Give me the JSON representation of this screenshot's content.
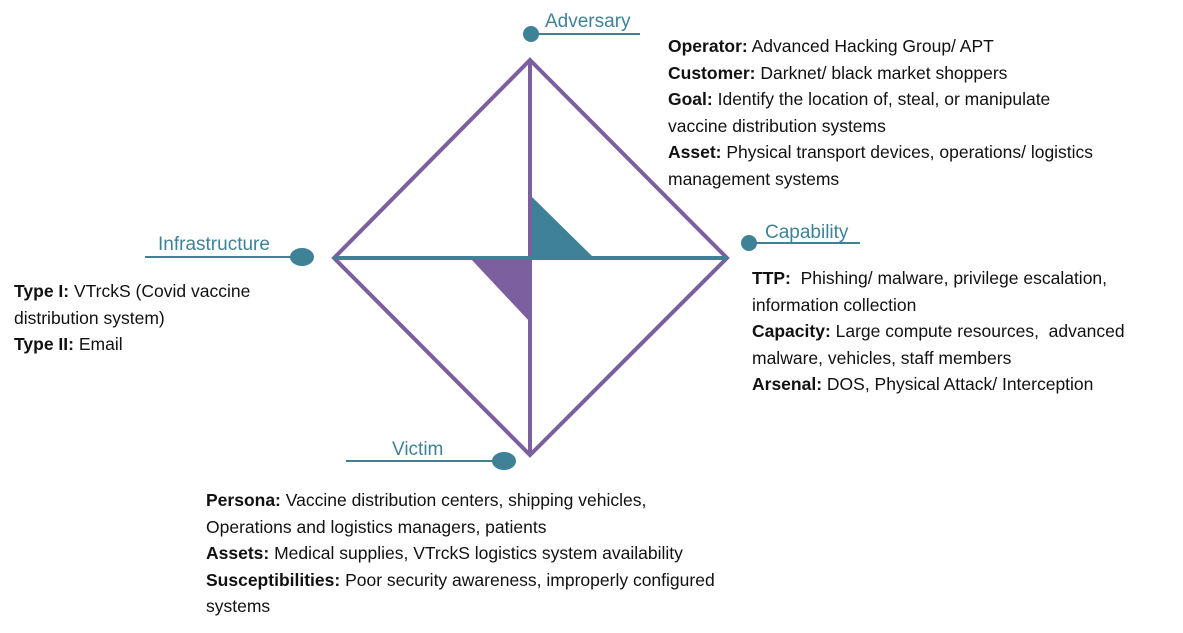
{
  "colors": {
    "diamond": "#7b5f9f",
    "axis": "#3f8298",
    "teal_fill": "#3f8298",
    "purple_fill": "#7b5f9f",
    "label": "#3f8298",
    "text": "#111111"
  },
  "vertices": {
    "adversary": "Adversary",
    "capability": "Capability",
    "infrastructure": "Infrastructure",
    "victim": "Victim"
  },
  "adversary_details": [
    {
      "key": "Operator:",
      "text": " Advanced Hacking Group/ APT"
    },
    {
      "key": "Customer:",
      "text": " Darknet/ black market shoppers"
    },
    {
      "key": "Goal:",
      "text": " Identify the location of, steal, or manipulate",
      "cont": "vaccine distribution systems"
    },
    {
      "key": "Asset:",
      "text": " Physical transport devices, operations/ logistics",
      "cont": "management systems"
    }
  ],
  "capability_details": [
    {
      "key": "TTP:",
      "text": "  Phishing/ malware, privilege escalation,",
      "cont": "information collection"
    },
    {
      "key": "Capacity:",
      "text": " Large compute resources,  advanced",
      "cont": "malware, vehicles, staff members"
    },
    {
      "key": "Arsenal:",
      "text": " DOS, Physical Attack/ Interception"
    }
  ],
  "infrastructure_details": [
    {
      "key": "Type I:",
      "text": " VTrckS (Covid vaccine",
      "cont": "distribution system)"
    },
    {
      "key": "Type II:",
      "text": " Email"
    }
  ],
  "victim_details": [
    {
      "key": "Persona:",
      "text": " Vaccine distribution centers, shipping vehicles,",
      "cont": "Operations and logistics managers, patients"
    },
    {
      "key": "Assets:",
      "text": " Medical supplies, VTrckS logistics system availability"
    },
    {
      "key": "Susceptibilities:",
      "text": " Poor security awareness, improperly configured",
      "cont": "systems"
    }
  ]
}
